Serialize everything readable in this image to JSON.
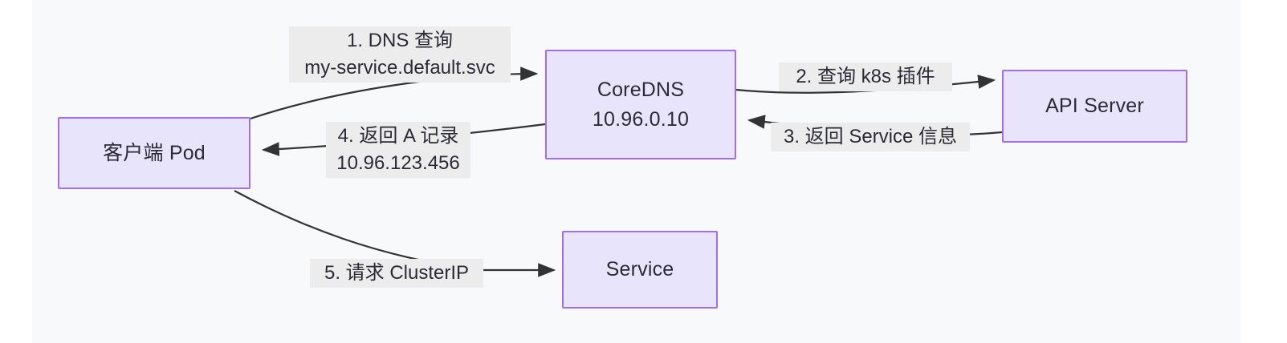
{
  "diagram": {
    "title": "Kubernetes DNS service discovery flow",
    "colors": {
      "canvas_background": "#f8f9fb",
      "node_fill": "#e8e4fb",
      "node_border": "#a26ef0",
      "edge_stroke": "#333333",
      "label_background": "#ececec",
      "text": "#2b2b36"
    },
    "nodes": [
      {
        "id": "pod",
        "lines": [
          "客户端 Pod"
        ]
      },
      {
        "id": "coredns",
        "lines": [
          "CoreDNS",
          "10.96.0.10"
        ]
      },
      {
        "id": "apiserver",
        "lines": [
          "API Server"
        ]
      },
      {
        "id": "service",
        "lines": [
          "Service"
        ]
      }
    ],
    "edges": [
      {
        "id": "e1",
        "from": "pod",
        "to": "coredns",
        "lines": [
          "1. DNS 查询",
          "my-service.default.svc"
        ]
      },
      {
        "id": "e2",
        "from": "coredns",
        "to": "apiserver",
        "lines": [
          "2. 查询 k8s 插件"
        ]
      },
      {
        "id": "e3",
        "from": "apiserver",
        "to": "coredns",
        "lines": [
          "3. 返回 Service 信息"
        ]
      },
      {
        "id": "e4",
        "from": "coredns",
        "to": "pod",
        "lines": [
          "4. 返回 A 记录",
          "10.96.123.456"
        ]
      },
      {
        "id": "e5",
        "from": "pod",
        "to": "service",
        "lines": [
          "5. 请求 ClusterIP"
        ]
      }
    ]
  }
}
